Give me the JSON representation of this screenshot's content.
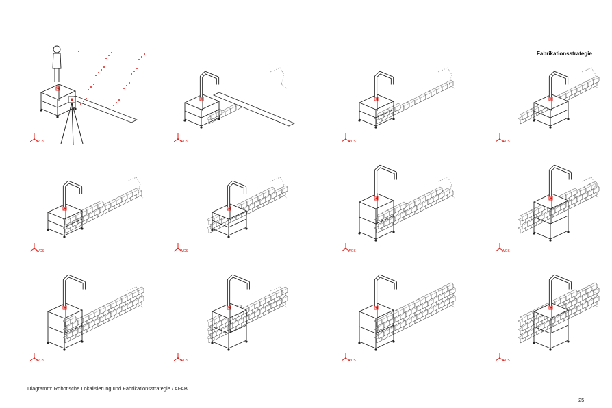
{
  "page": {
    "section_title": "Fabrikationsstrategie",
    "caption": "Diagramm: Robotische Lokalisierung und Fabrikationsstrategie / AFAB",
    "page_number": "25"
  },
  "colors": {
    "line": "#222222",
    "accent": "#e0211b",
    "dash": "#777777"
  },
  "wcs_label": "WCS",
  "panels": [
    {
      "id": "localisation",
      "row": 1,
      "col": 1,
      "bricks": 0,
      "shape": "none",
      "tracker": true
    },
    {
      "id": "step-01",
      "row": 1,
      "col": 2,
      "bricks": 8,
      "shape": "stair",
      "tracker": false
    },
    {
      "id": "step-02",
      "row": 1,
      "col": 3,
      "bricks": 18,
      "shape": "v",
      "tracker": false
    },
    {
      "id": "step-03",
      "row": 1,
      "col": 4,
      "bricks": 28,
      "shape": "v",
      "tracker": false
    },
    {
      "id": "step-04",
      "row": 2,
      "col": 1,
      "bricks": 34,
      "shape": "slope",
      "tracker": false
    },
    {
      "id": "step-05",
      "row": 2,
      "col": 2,
      "bricks": 40,
      "shape": "wall",
      "tracker": false
    },
    {
      "id": "step-06",
      "row": 2,
      "col": 3,
      "bricks": 44,
      "shape": "slope",
      "tracker": false
    },
    {
      "id": "step-07",
      "row": 2,
      "col": 4,
      "bricks": 52,
      "shape": "wall",
      "tracker": false
    },
    {
      "id": "step-08",
      "row": 3,
      "col": 1,
      "bricks": 58,
      "shape": "wall",
      "tracker": false
    },
    {
      "id": "step-09",
      "row": 3,
      "col": 2,
      "bricks": 62,
      "shape": "wall",
      "tracker": false
    },
    {
      "id": "step-10",
      "row": 3,
      "col": 3,
      "bricks": 70,
      "shape": "wall",
      "tracker": false
    },
    {
      "id": "step-11",
      "row": 3,
      "col": 4,
      "bricks": 80,
      "shape": "full",
      "tracker": false
    }
  ]
}
